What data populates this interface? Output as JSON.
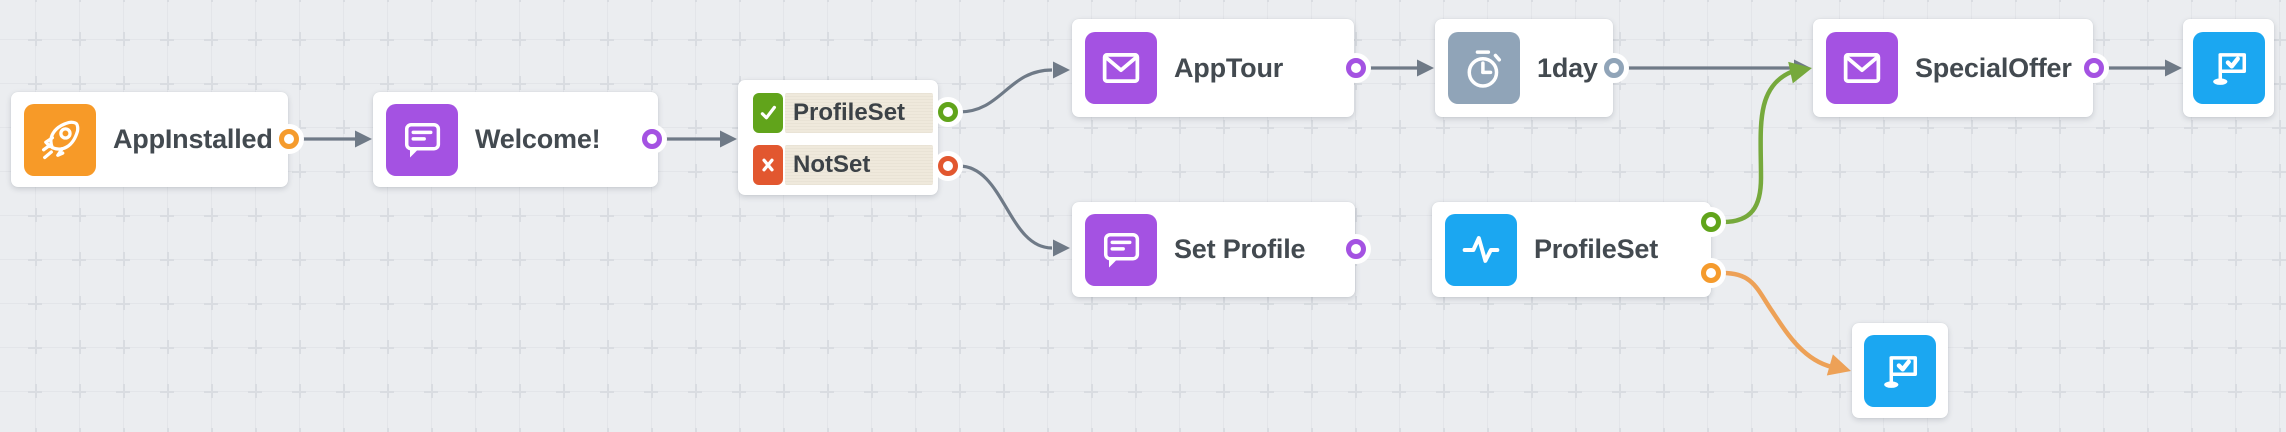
{
  "canvas": {
    "background_color": "#ebedf0",
    "grid_line_color": "#e3e5e9",
    "grid_cross_color": "#d9dce1"
  },
  "colors": {
    "connector_gray": "#6f7a87",
    "connector_green": "#76a93c",
    "connector_orange": "#eda157",
    "tile_orange": "#f79a28",
    "tile_purple": "#a452e2",
    "tile_blue": "#1ba7f1",
    "tile_slate": "#90a4b8",
    "branch_green": "#61a41b",
    "branch_red": "#e2572f",
    "port_orange": "#f59b2d",
    "branch_strip_background": "#efe9dc",
    "label_text": "#434a50"
  },
  "nodes": {
    "app_installed": {
      "label": "AppInstalled",
      "icon": "rocket-icon"
    },
    "welcome": {
      "label": "Welcome!",
      "icon": "chat-icon"
    },
    "profile_condition": {
      "branches": [
        {
          "label": "ProfileSet",
          "icon": "check-icon"
        },
        {
          "label": "NotSet",
          "icon": "x-icon"
        }
      ]
    },
    "app_tour": {
      "label": "AppTour",
      "icon": "envelope-icon"
    },
    "wait": {
      "label": "1day",
      "icon": "stopwatch-icon"
    },
    "special_offer": {
      "label": "SpecialOffer",
      "icon": "envelope-icon"
    },
    "goal_top": {
      "icon": "flag-icon"
    },
    "set_profile": {
      "label": "Set Profile",
      "icon": "chat-icon"
    },
    "profile_set": {
      "label": "ProfileSet",
      "icon": "pulse-icon"
    },
    "goal_bottom": {
      "icon": "flag-icon"
    }
  }
}
